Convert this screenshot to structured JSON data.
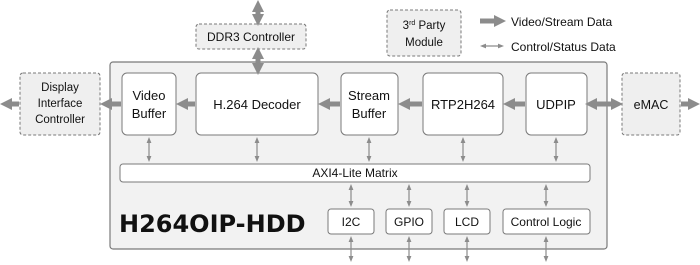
{
  "diagram": {
    "ip_name": "H264OIP-HDD",
    "external_blocks": {
      "ddr3_controller": "DDR3 Controller",
      "third_party_line1": "3",
      "third_party_sup": "rd",
      "third_party_line1_rest": " Party",
      "third_party_line2": "Module",
      "display_interface_line1": "Display",
      "display_interface_line2": "Interface",
      "display_interface_line3": "Controller",
      "emac": "eMAC"
    },
    "pipeline_blocks": {
      "video_buffer_line1": "Video",
      "video_buffer_line2": "Buffer",
      "h264_decoder": "H.264 Decoder",
      "stream_buffer_line1": "Stream",
      "stream_buffer_line2": "Buffer",
      "rtp2h264": "RTP2H264",
      "udpip": "UDPIP"
    },
    "axi_matrix": "AXI4-Lite Matrix",
    "peripheral_blocks": {
      "i2c": "I2C",
      "gpio": "GPIO",
      "lcd": "LCD",
      "control_logic": "Control Logic"
    },
    "legend": {
      "video_stream_data": "Video/Stream Data",
      "control_status_data": "Control/Status Data"
    },
    "colors": {
      "thick_arrow": "#8c8c8c",
      "thin_arrow": "#8c8c8c",
      "container_fill": "#f2f2f2",
      "external_fill": "#efefef",
      "block_fill": "#ffffff",
      "border": "#7a7a7a"
    }
  }
}
